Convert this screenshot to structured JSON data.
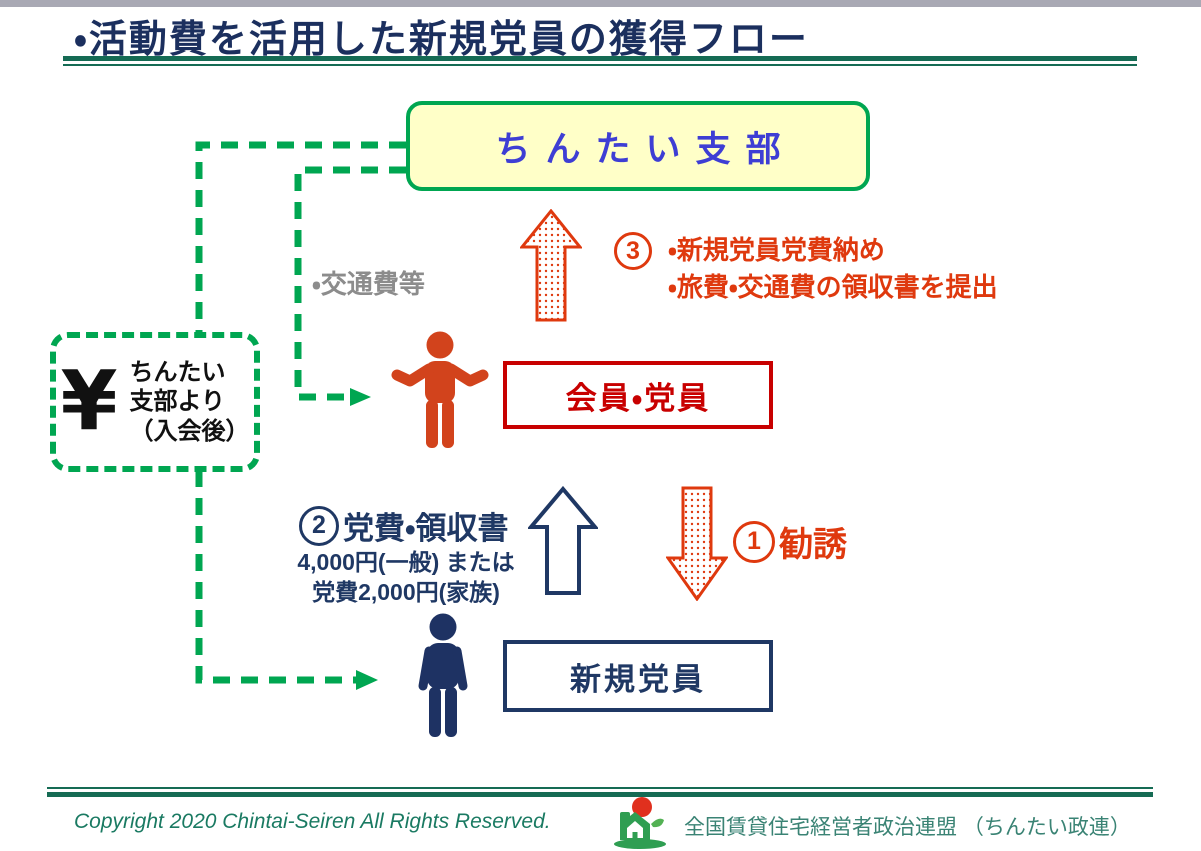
{
  "title": "・活動費を活用した新規党員の獲得フロー",
  "branch_box": {
    "label": "ちんたい支部"
  },
  "funding_box": {
    "symbol": "¥",
    "line1": "ちんたい",
    "line2": "支部より",
    "line3": "（入会後）"
  },
  "transport_note": "・交通費等",
  "member_box": {
    "label": "会員・党員"
  },
  "new_member_box": {
    "label": "新規党員"
  },
  "steps": {
    "recruit": {
      "num": "1",
      "label": "勧誘"
    },
    "fee": {
      "num": "2",
      "label": "党費・領収書",
      "detail_line1": "4,000円(一般) または",
      "detail_line2": "党費2,000円(家族)"
    },
    "report": {
      "num": "3",
      "line1": "・新規党員党費納め",
      "line2": "・旅費・交通費の領収書を提出"
    }
  },
  "footer": {
    "copyright": "Copyright 2020  Chintai-Seiren  All Rights Reserved.",
    "organization": "全国賃貸住宅経営者政治連盟 （ちんたい政連）"
  },
  "colors": {
    "accent_green": "#00a651",
    "rule_green": "#156b54",
    "navy": "#1f3864",
    "red": "#c80000",
    "orange_red": "#df390e",
    "branch_fill": "#ffffc8",
    "branch_text": "#3e3ed4",
    "note_gray": "#8c8c8c"
  }
}
